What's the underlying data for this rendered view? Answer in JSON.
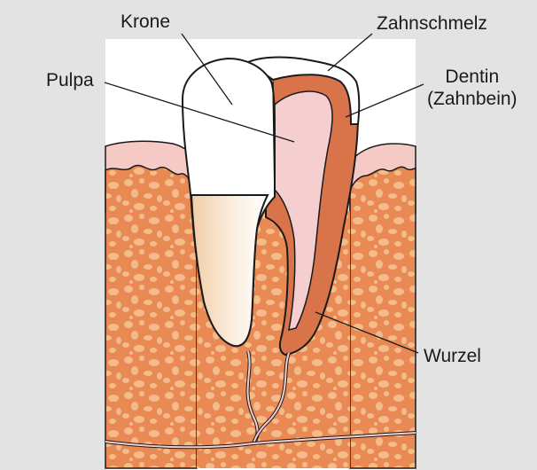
{
  "labels": {
    "krone": "Krone",
    "zahnschmelz": "Zahnschmelz",
    "pulpa": "Pulpa",
    "dentin_line1": "Dentin",
    "dentin_line2": "(Zahnbein)",
    "wurzel": "Wurzel"
  },
  "colors": {
    "background": "#e3e3e3",
    "panel": "#ffffff",
    "bone": "#e98a55",
    "bone_spots": "#f3bc8a",
    "gum": "#f5c9c4",
    "dentin": "#d9734a",
    "pulpa": "#f5cfcf",
    "enamel": "#ffffff",
    "root_cream": "#f3dcc0",
    "outline": "#1a1a1a"
  }
}
